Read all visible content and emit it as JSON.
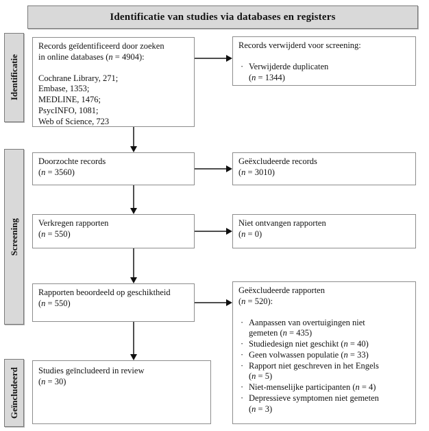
{
  "header": {
    "title": "Identificatie van studies via databases en registers"
  },
  "sidebar": {
    "items": [
      {
        "label": "Identificatie"
      },
      {
        "label": "Screening"
      },
      {
        "label": "Geïncludeerd"
      }
    ]
  },
  "flow": {
    "records_identified": {
      "text": "Records geïdentificeerd door zoeken\nin online databases (n = 4904):",
      "sources": [
        "Cochrane Library, 271;",
        "Embase, 1353;",
        "MEDLINE, 1476;",
        "PsycINFO, 1081;",
        "Web of Science, 723"
      ]
    },
    "records_removed": {
      "title": "Records verwijderd voor screening:",
      "reasons": [
        "Verwijderde duplicaten\n(n = 1344)"
      ]
    },
    "records_screened": {
      "text": "Doorzochte records\n(n = 3560)"
    },
    "records_excluded": {
      "text": "Geëxcludeerde records\n(n = 3010)"
    },
    "reports_sought": {
      "text": "Verkregen rapporten\n(n = 550)"
    },
    "reports_not_retrieved": {
      "text": "Niet ontvangen rapporten\n(n = 0)"
    },
    "reports_assessed": {
      "text": "Rapporten beoordeeld op geschiktheid\n(n = 550)"
    },
    "reports_excluded": {
      "title": "Geëxcludeerde rapporten\n(n = 520):",
      "reasons": [
        "Aanpassen van overtuigingen niet\ngemeten (n = 435)",
        "Studiedesign niet geschikt (n = 40)",
        "Geen volwassen populatie (n = 33)",
        "Rapport niet geschreven in het Engels\n(n = 5)",
        "Niet-menselijke participanten (n = 4)",
        "Depressieve symptomen niet gemeten\n(n = 3)"
      ]
    },
    "studies_included": {
      "text": "Studies geïncludeerd in review\n(n = 30)"
    }
  },
  "colors": {
    "stage_fill": "#d9d9d9",
    "box_border": "#8c8c8c",
    "arrow": "#4d4d4d"
  }
}
